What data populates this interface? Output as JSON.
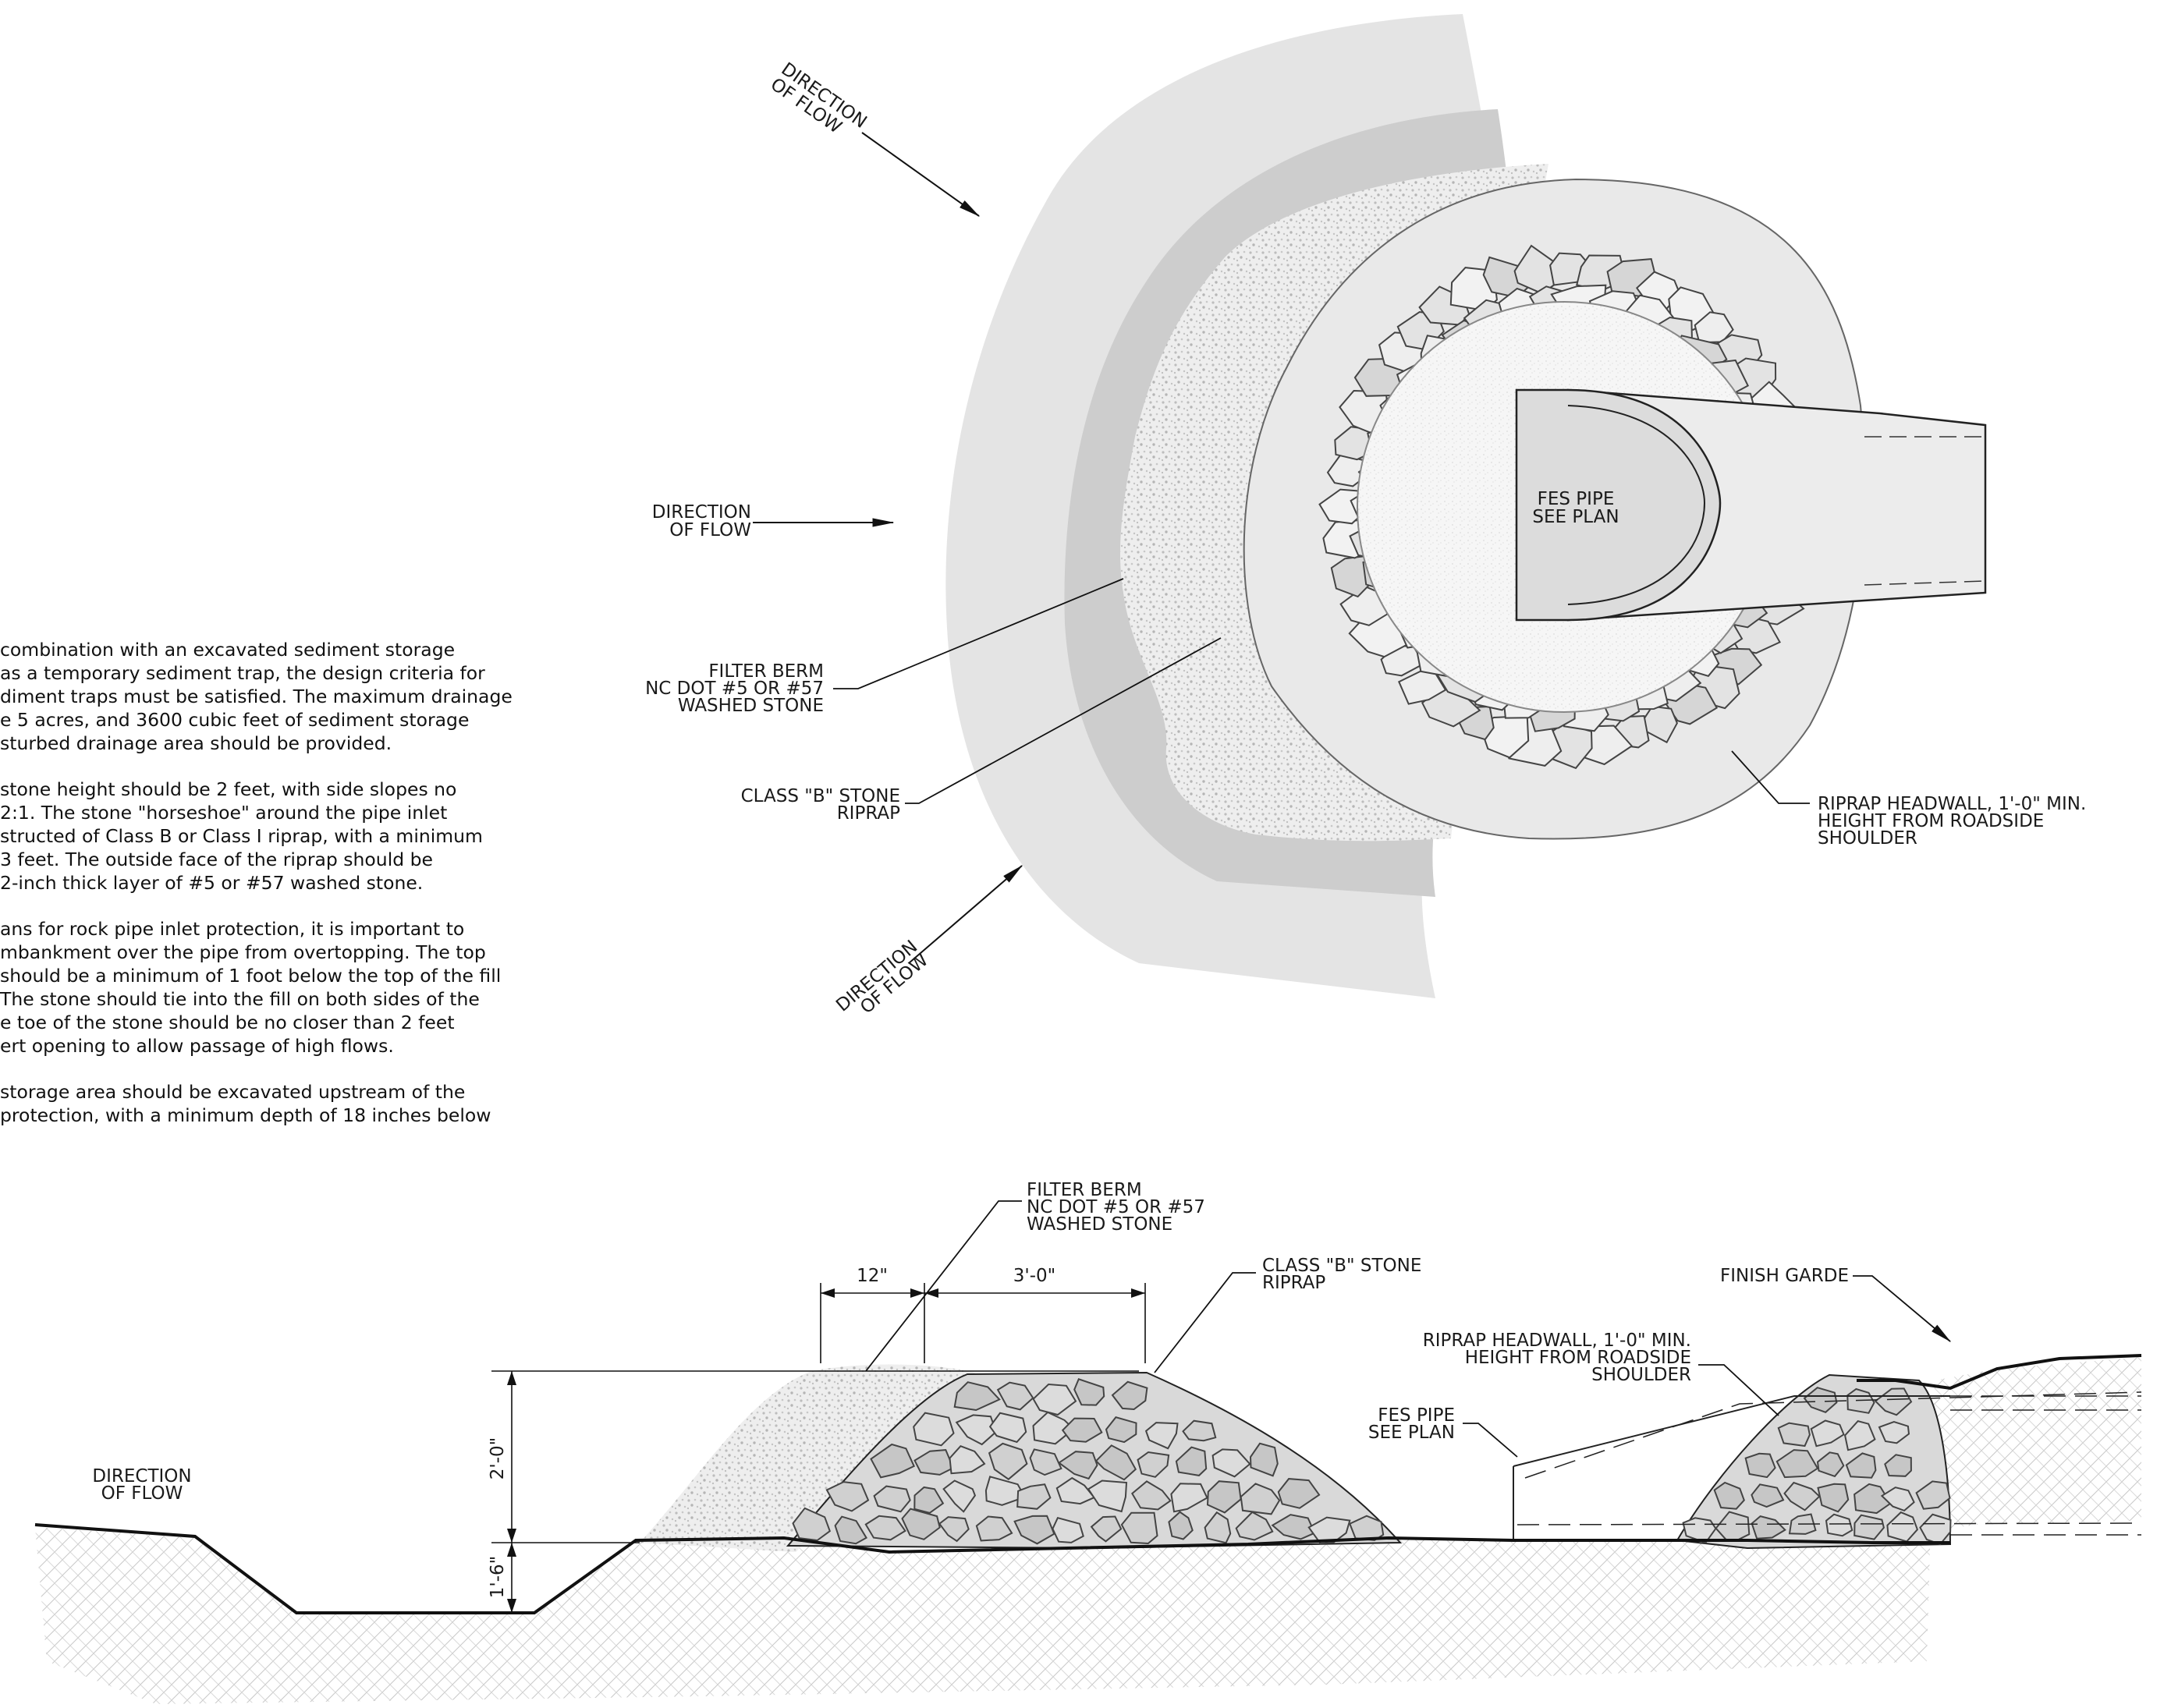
{
  "notes": [
    [
      "combination with an excavated sediment storage",
      "as a temporary sediment trap, the design criteria for",
      "diment traps must be satisfied. The maximum drainage",
      "e 5 acres, and 3600 cubic feet of sediment storage",
      "sturbed drainage area should be provided."
    ],
    [
      "stone height should be 2 feet, with side slopes no",
      "2:1. The stone \"horseshoe\" around the pipe inlet",
      "structed of Class B or Class I riprap, with a minimum",
      "3 feet. The outside face of the riprap should be",
      "2-inch thick layer of #5 or #57 washed stone."
    ],
    [
      "ans for rock pipe inlet protection, it is important to",
      "mbankment over the pipe from overtopping. The top",
      "should be a minimum of 1 foot below the top of the fill",
      "The stone should tie into the fill on both sides of the",
      "e toe of the stone should be no closer than 2 feet",
      "ert opening to allow passage of high flows."
    ],
    [
      "storage area should be excavated upstream of the",
      "protection, with a minimum depth of 18 inches below"
    ]
  ],
  "plan": {
    "direction_top": [
      "DIRECTION",
      "OF FLOW"
    ],
    "direction_mid": [
      "DIRECTION",
      "OF FLOW"
    ],
    "direction_bottom": [
      "DIRECTION",
      "OF FLOW"
    ],
    "filter_berm": [
      "FILTER BERM",
      "NC DOT #5 OR #57",
      "WASHED STONE"
    ],
    "class_b": [
      "CLASS \"B\" STONE",
      "RIPRAP"
    ],
    "fes_pipe": [
      "FES PIPE",
      "SEE PLAN"
    ],
    "headwall": [
      "RIPRAP HEADWALL, 1'-0\" MIN.",
      "HEIGHT FROM ROADSIDE",
      "SHOULDER"
    ]
  },
  "section": {
    "filter_berm": [
      "FILTER BERM",
      "NC DOT #5 OR #57",
      "WASHED STONE"
    ],
    "class_b": [
      "CLASS \"B\" STONE",
      "RIPRAP"
    ],
    "finish_grade": "FINISH GARDE",
    "headwall": [
      "RIPRAP HEADWALL, 1'-0\" MIN.",
      "HEIGHT FROM ROADSIDE",
      "SHOULDER"
    ],
    "fes_pipe": [
      "FES PIPE",
      "SEE PLAN"
    ],
    "direction": [
      "DIRECTION",
      "OF FLOW"
    ],
    "dim_12": "12\"",
    "dim_3ft": "3'-0\"",
    "dim_2ft": "2'-0\"",
    "dim_18": "1'-6\""
  }
}
